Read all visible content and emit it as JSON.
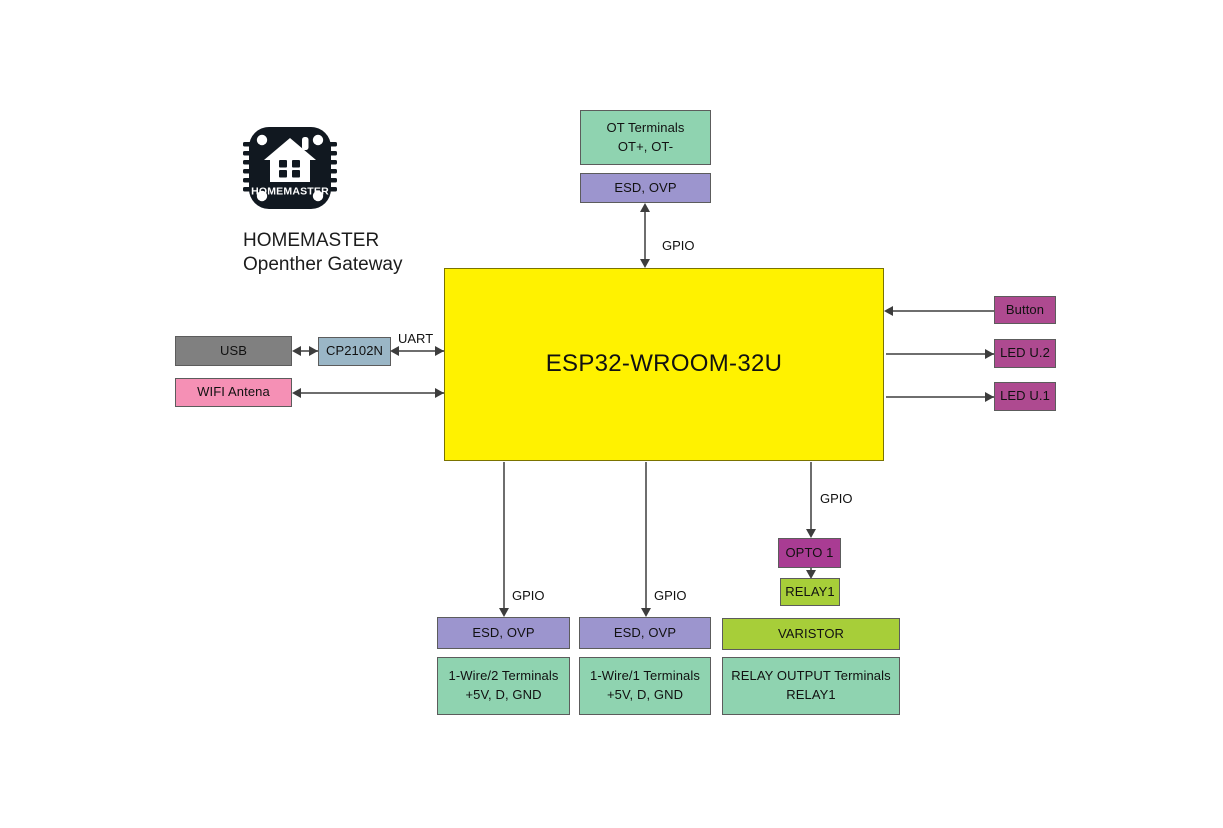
{
  "diagram": {
    "title_block": {
      "logo_alt": "homemaster-chip-logo",
      "logo_text": "HOMEMASTER",
      "caption_line1": "HOMEMASTER",
      "caption_line2": "Openther Gateway"
    },
    "mcu": {
      "label": "ESP32-WROOM-32U",
      "color": "#FFF200"
    },
    "nodes": {
      "ot_terminals": {
        "line1": "OT Terminals",
        "line2": "OT+, OT-",
        "color": "#8FD3B0"
      },
      "esd_ovp_top": {
        "line1": "ESD, OVP",
        "color": "#9C95CE"
      },
      "usb": {
        "line1": "USB",
        "color": "#808080"
      },
      "cp2102n": {
        "line1": "CP2102N",
        "color": "#9AB6C6"
      },
      "wifi_antenna": {
        "line1": "WIFI Antena",
        "color": "#F590B5"
      },
      "button": {
        "line1": "Button",
        "color": "#AE4A90"
      },
      "led_u2": {
        "line1": "LED U.2",
        "color": "#AE4A90"
      },
      "led_u1": {
        "line1": "LED U.1",
        "color": "#AE4A90"
      },
      "opto1": {
        "line1": "OPTO 1",
        "color": "#A93C93"
      },
      "relay1": {
        "line1": "RELAY1",
        "color": "#A7CE39"
      },
      "varistor": {
        "line1": "VARISTOR",
        "color": "#A7CE39"
      },
      "esd_ovp_left": {
        "line1": "ESD, OVP",
        "color": "#9C95CE"
      },
      "esd_ovp_mid": {
        "line1": "ESD, OVP",
        "color": "#9C95CE"
      },
      "onewire2": {
        "line1": "1-Wire/2 Terminals",
        "line2": "+5V, D, GND",
        "color": "#8FD3B0"
      },
      "onewire1": {
        "line1": "1-Wire/1 Terminals",
        "line2": "+5V, D, GND",
        "color": "#8FD3B0"
      },
      "relay_output": {
        "line1": "RELAY OUTPUT Terminals",
        "line2": "RELAY1",
        "color": "#8FD3B0"
      }
    },
    "edge_labels": {
      "gpio_ot": "GPIO",
      "uart": "UART",
      "gpio_onewire2": "GPIO",
      "gpio_onewire1": "GPIO",
      "gpio_opto": "GPIO"
    }
  }
}
